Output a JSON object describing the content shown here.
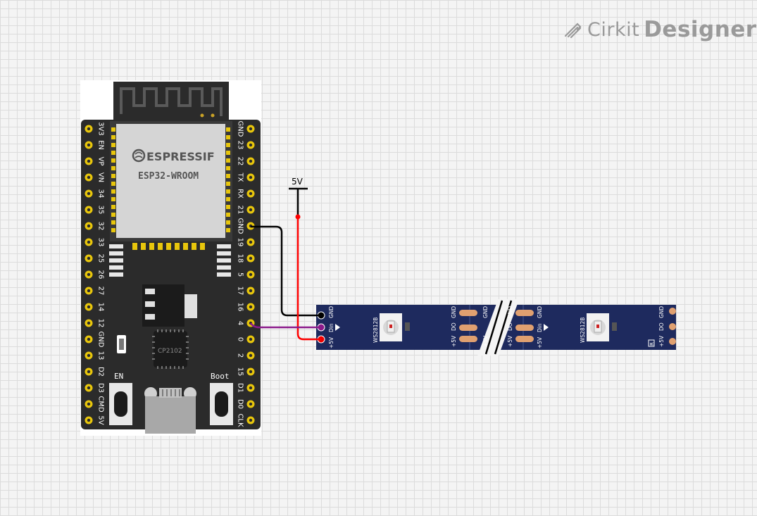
{
  "brand": {
    "name_part1": "Cirkit",
    "name_part2": "Designer",
    "icon": "pencil-logo-icon"
  },
  "esp32": {
    "logo_text": "ESPRESSIF",
    "module_name": "ESP32-WROOM",
    "usb_chip": "CP2102",
    "en_label": "EN",
    "boot_label": "Boot",
    "left_pins": [
      "3V3",
      "EN",
      "VP",
      "VN",
      "34",
      "35",
      "32",
      "33",
      "25",
      "26",
      "27",
      "14",
      "12",
      "GND",
      "13",
      "D2",
      "D3",
      "CMD",
      "5V"
    ],
    "right_pins": [
      "GND",
      "23",
      "22",
      "TX",
      "RX",
      "21",
      "GND",
      "19",
      "18",
      "5",
      "17",
      "16",
      "4",
      "0",
      "2",
      "15",
      "D1",
      "D0",
      "CLK"
    ]
  },
  "power": {
    "label": "5V"
  },
  "strip": {
    "led_chip": "WS2812B",
    "pads_in": [
      "GND",
      "Din",
      "+5V"
    ],
    "pads_out": [
      "GND",
      "DO",
      "+5V"
    ],
    "end_badge": "R"
  },
  "colors": {
    "board": "#2b2b2b",
    "pin_gold": "#e8c60c",
    "strip": "#1e2a5e",
    "wire_gnd": "#000000",
    "wire_5v": "#ff0000",
    "wire_data": "#8b1a8b",
    "pad": "#e0a070"
  }
}
